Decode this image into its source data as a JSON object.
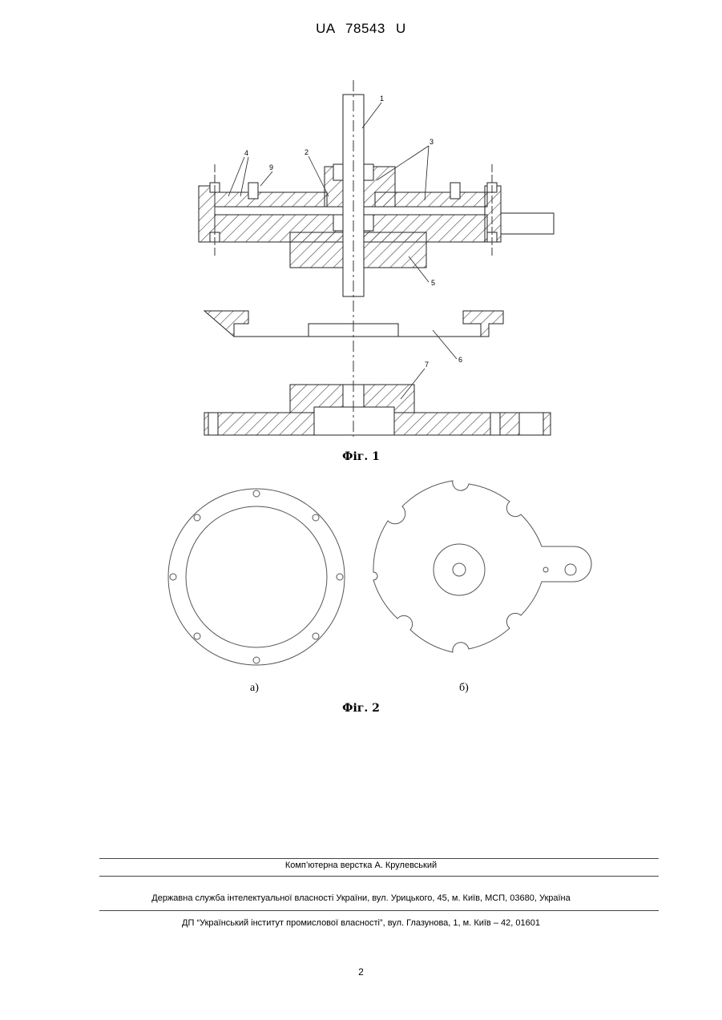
{
  "header": {
    "patent_number": "UA   78543   U"
  },
  "figure1": {
    "caption": "Фіг. 1",
    "labels": [
      "1",
      "2",
      "3",
      "4",
      "5",
      "6",
      "7",
      "9"
    ]
  },
  "figure2": {
    "caption": "Фіг. 2",
    "sub_a": "а)",
    "sub_b": "б)"
  },
  "footer": {
    "layout_credit": "Комп’ютерна верстка А. Крулевський",
    "issuer": "Державна служба інтелектуальної власності України, вул. Урицького, 45, м. Київ, МСП, 03680, Україна",
    "publisher": "ДП “Український інститут промислової власності”, вул. Глазунова, 1, м. Київ – 42, 01601"
  },
  "page_number": "2"
}
